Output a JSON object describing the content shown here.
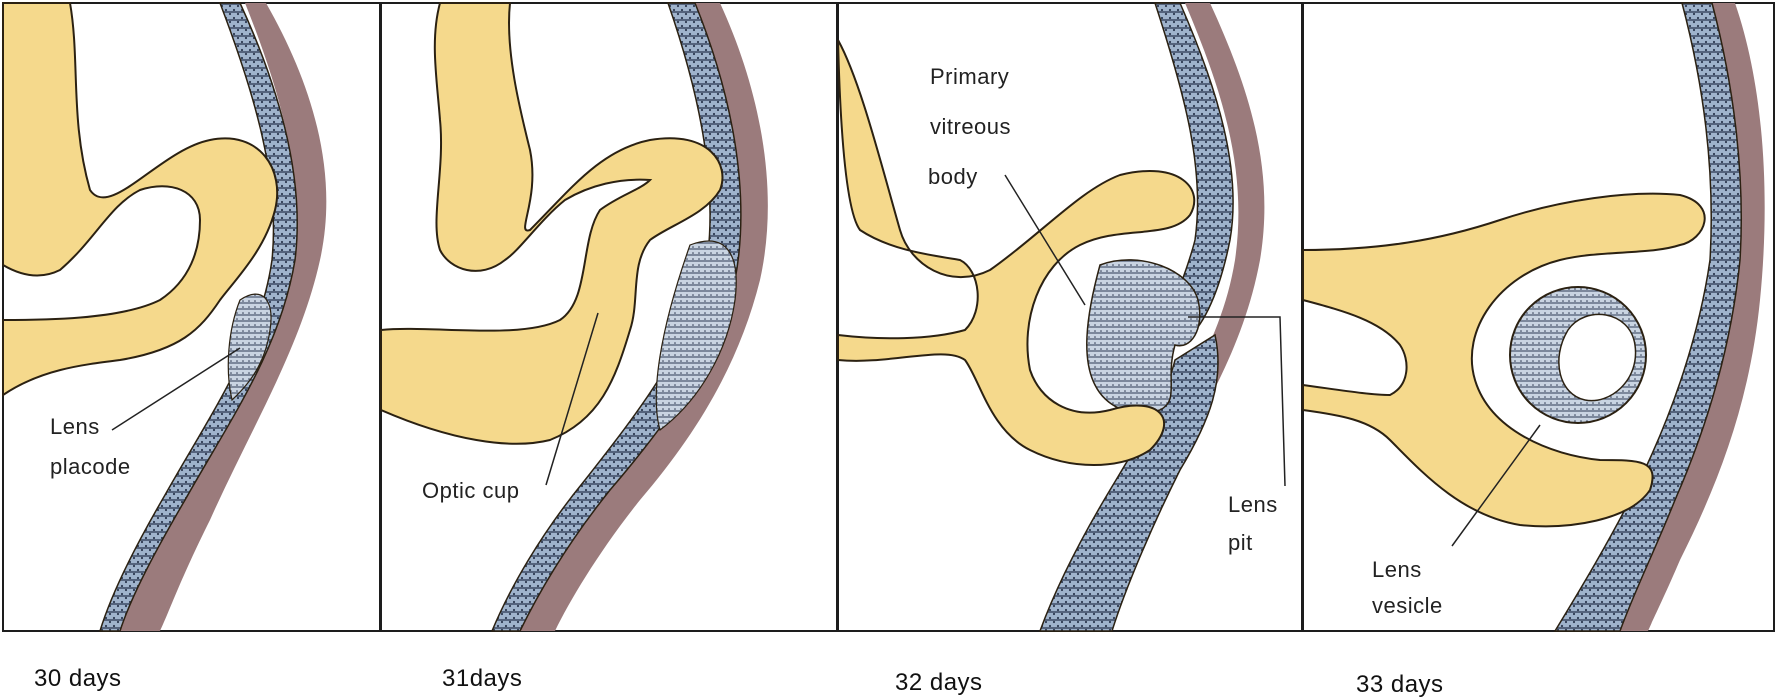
{
  "colors": {
    "tissue_yellow": "#f5d98c",
    "outline": "#2b2112",
    "epithelium_blue": "#8ea3bf",
    "epithelium_dark": "#3c4a63",
    "mesenchyme": "#9b7b7c",
    "panel_bg": "#ffffff",
    "border": "#1d1d1d"
  },
  "panels": [
    {
      "caption": "30 days",
      "labels": [
        {
          "text": "Lens"
        },
        {
          "text": "placode"
        }
      ]
    },
    {
      "caption": "31days",
      "labels": [
        {
          "text": "Optic cup"
        }
      ]
    },
    {
      "caption": "32 days",
      "labels": [
        {
          "text": "Primary"
        },
        {
          "text": "vitreous"
        },
        {
          "text": "body"
        },
        {
          "text": "Lens"
        },
        {
          "text": "pit"
        }
      ]
    },
    {
      "caption": "33 days",
      "labels": [
        {
          "text": "Lens"
        },
        {
          "text": "vesicle"
        }
      ]
    }
  ]
}
